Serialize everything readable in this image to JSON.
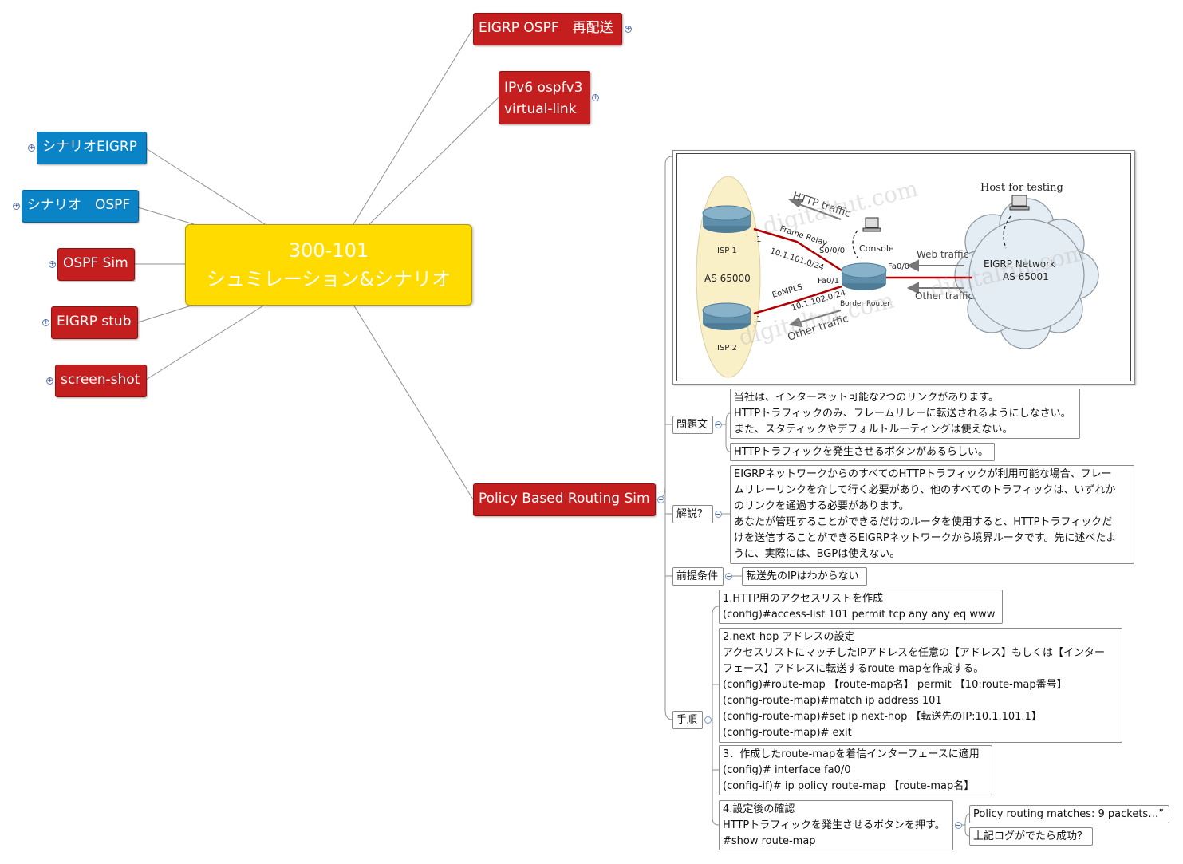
{
  "central": {
    "line1": "300-101",
    "line2": "シュミレーション&シナリオ"
  },
  "left_topics": [
    {
      "label": "シナリオEIGRP"
    },
    {
      "label": "シナリオ　OSPF"
    },
    {
      "label": "OSPF Sim"
    },
    {
      "label": "EIGRP stub"
    },
    {
      "label": "screen-shot"
    }
  ],
  "right_topics": [
    {
      "label": "EIGRP OSPF　再配送"
    },
    {
      "line1": "IPv6 ospfv3",
      "line2": "virtual-link"
    },
    {
      "label": "Policy Based Routing Sim"
    }
  ],
  "network_figure": {
    "host_label": "Host for testing",
    "http_traffic": "HTTP traffic",
    "frame_relay": "Frame Relay",
    "s000": "S0/0/0",
    "net1": "10.1.101.0/24",
    "console": "Console",
    "web_traffic": "Web traffic",
    "fa00": "Fa0/0",
    "eigrp_network": "EIGRP Network",
    "as65001": "AS 65001",
    "isp1": "ISP 1",
    "isp2": "ISP 2",
    "as65000": "AS 65000",
    "eompls": "EoMPLS",
    "fa01": "Fa0/1",
    "net2": "10.1.102.0/24",
    "border_router": "Border Router",
    "other_traffic": "Other traffic",
    "dot1": ".1",
    "watermark": "digitaltut.com"
  },
  "subtopics": {
    "mondai": "問題文",
    "kaisetsu": "解説？",
    "zentei": "前提条件",
    "tejun": "手順"
  },
  "mondai_text": [
    "当社は、インターネット可能な2つのリンクがあります。",
    "HTTPトラフィックのみ、フレームリレーに転送されるようにしなさい。",
    "また、スタティックやデフォルトルーティングは使えない。"
  ],
  "mondai_note": "HTTPトラフィックを発生させるボタンがあるらしい。",
  "kaisetsu_text": [
    "EIGRPネットワークからのすべてのHTTPトラフィックが利用可能な場合、フレー",
    "ムリレーリンクを介して行く必要があり、他のすべてのトラフィックは、いずれか",
    "のリンクを通過する必要があります。",
    "あなたが管理することができるだけのルータを使用すると、HTTPトラフィックだ",
    "けを送信することができるEIGRPネットワークから境界ルータです。先に述べたよ",
    "うに、実際には、BGPは使えない。"
  ],
  "zentei_text": "転送先のIPはわからない",
  "step1": [
    "1.HTTP用のアクセスリストを作成",
    "(config)#access-list 101 permit tcp any any eq www"
  ],
  "step2": [
    "2.next-hop アドレスの設定",
    "アクセスリストにマッチしたIPアドレスを任意の【アドレス】もしくは【インター",
    "フェース】アドレスに転送するroute-mapを作成する。",
    "(config)#route-map 【route-map名】 permit 【10:route-map番号】",
    "(config-route-map)#match ip address 101",
    "(config-route-map)#set ip next-hop 【転送先のIP:10.1.101.1】",
    "(config-route-map)# exit"
  ],
  "step3": [
    "3．作成したroute-mapを着信インターフェースに適用",
    "(config)# interface fa0/0",
    "(config-if)# ip policy route-map 【route-map名】"
  ],
  "step4": [
    "4.設定後の確認",
    "HTTPトラフィックを発生させるボタンを押す。",
    "#show route-map"
  ],
  "step4_results": [
    "Policy routing matches: 9 packets…”",
    "上記ログがでたら成功？"
  ],
  "colors": {
    "central": "#ffdb00",
    "red_topic": "#c41e1e",
    "blue_topic": "#0a84c6",
    "connector": "#8a8a8a"
  }
}
